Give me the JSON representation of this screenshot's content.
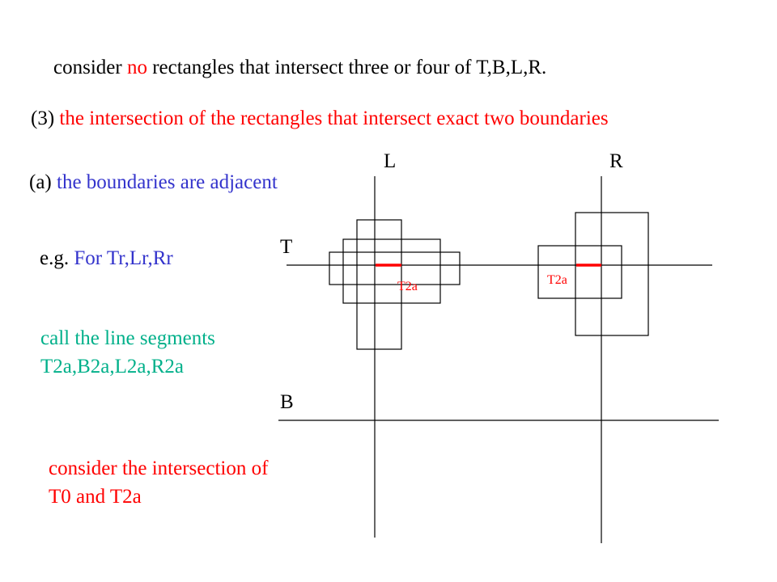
{
  "colors": {
    "red": "#ff0000",
    "blue": "#3333cc",
    "teal": "#00b08a",
    "black": "#000000"
  },
  "line1": {
    "a": "consider",
    "b": "no",
    "c": "rectangles that intersect three or four of T,B,L,R."
  },
  "line2": {
    "a": "(3)",
    "b": "the intersection of the rectangles that intersect exact two boundaries"
  },
  "line3": {
    "a": "(a)",
    "b": "the boundaries are adjacent"
  },
  "line4": {
    "a": "e.g.",
    "b": "For Tr,Lr,Rr"
  },
  "call": {
    "l1": "call the line segments",
    "l2": "T2a,B2a,L2a,R2a"
  },
  "consider": {
    "l1": "consider the intersection of",
    "l2": "T0 and T2a"
  },
  "diagram": {
    "labels": {
      "L": "L",
      "R": "R",
      "T": "T",
      "B": "B"
    },
    "segment_labels": {
      "left": "T2a",
      "right": "T2a"
    }
  }
}
